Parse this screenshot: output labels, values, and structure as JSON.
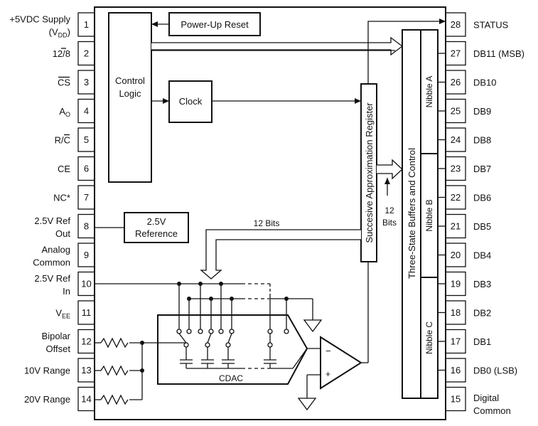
{
  "left_pins": [
    {
      "num": "1",
      "label": "+5VDC Supply",
      "label2": "(V",
      "label2_sub": "DD",
      "label2_end": ")"
    },
    {
      "num": "2",
      "label": "12/8"
    },
    {
      "num": "3",
      "label": "CS"
    },
    {
      "num": "4",
      "label": "A",
      "sub": "O"
    },
    {
      "num": "5",
      "label": "R/C"
    },
    {
      "num": "6",
      "label": "CE"
    },
    {
      "num": "7",
      "label": "NC*"
    },
    {
      "num": "8",
      "label": "2.5V Ref",
      "label2": "Out"
    },
    {
      "num": "9",
      "label": "Analog",
      "label2": "Common"
    },
    {
      "num": "10",
      "label": "2.5V Ref",
      "label2": "In"
    },
    {
      "num": "11",
      "label": "V",
      "sub": "EE"
    },
    {
      "num": "12",
      "label": "Bipolar",
      "label2": "Offset"
    },
    {
      "num": "13",
      "label": "10V Range"
    },
    {
      "num": "14",
      "label": "20V Range"
    }
  ],
  "right_pins": [
    {
      "num": "28",
      "label": "STATUS"
    },
    {
      "num": "27",
      "label": "DB11 (MSB)"
    },
    {
      "num": "26",
      "label": "DB10"
    },
    {
      "num": "25",
      "label": "DB9"
    },
    {
      "num": "24",
      "label": "DB8"
    },
    {
      "num": "23",
      "label": "DB7"
    },
    {
      "num": "22",
      "label": "DB6"
    },
    {
      "num": "21",
      "label": "DB5"
    },
    {
      "num": "20",
      "label": "DB4"
    },
    {
      "num": "19",
      "label": "DB3"
    },
    {
      "num": "18",
      "label": "DB2"
    },
    {
      "num": "17",
      "label": "DB1"
    },
    {
      "num": "16",
      "label": "DB0 (LSB)"
    },
    {
      "num": "15",
      "label": "Digital",
      "label2": "Common"
    }
  ],
  "blocks": {
    "power_up_reset": "Power-Up Reset",
    "control_logic_1": "Control",
    "control_logic_2": "Logic",
    "clock": "Clock",
    "reference_1": "2.5V",
    "reference_2": "Reference",
    "sar": "Succesive Approximation Register",
    "buffers": "Three-State Buffers and Control",
    "nibble_a": "Nibble A",
    "nibble_b": "Nibble B",
    "nibble_c": "Nibble C",
    "cdac": "CDAC",
    "bits_12_horizontal": "12 Bits",
    "bits_12_v1": "12",
    "bits_12_v2": "Bits",
    "comp_minus": "−",
    "comp_plus": "+"
  }
}
